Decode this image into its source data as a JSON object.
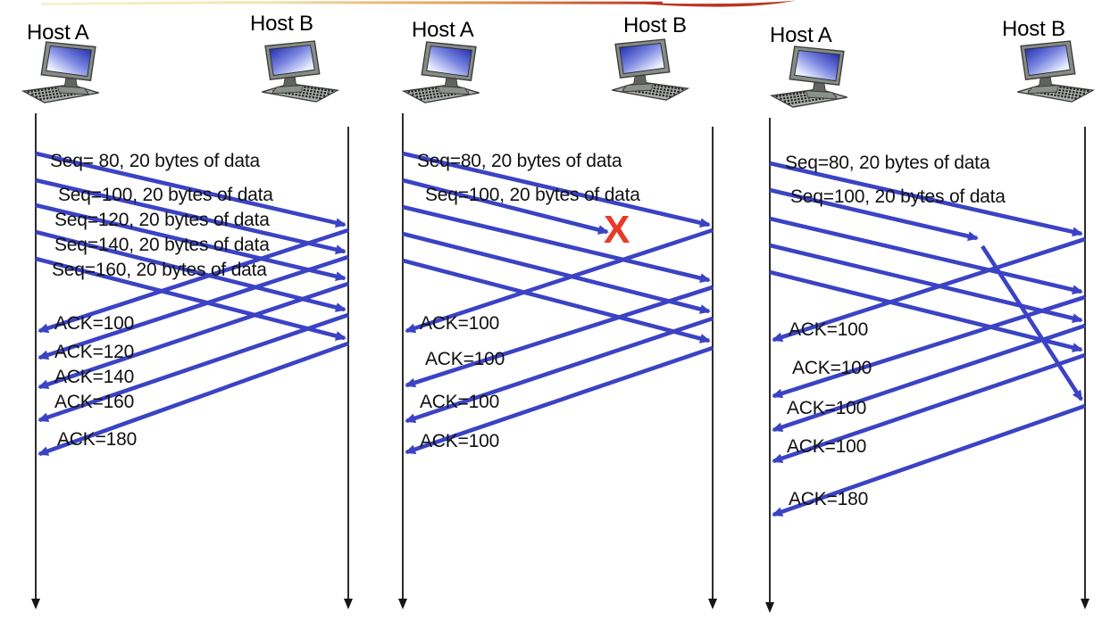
{
  "colors": {
    "arrow_blue": "#3b43c4",
    "timeline_black": "#151515",
    "lost_red": "#e8392a",
    "swoosh_red": "#bb3524",
    "swoosh_yellow": "#f2e6b0"
  },
  "panels": [
    {
      "host_a": "Host A",
      "host_b": "Host B",
      "seq_labels": [
        "Seq= 80, 20 bytes of data",
        "Seq=100, 20 bytes of data",
        "Seq=120, 20 bytes of data",
        "Seq=140, 20 bytes of data",
        "Seq=160, 20 bytes of data"
      ],
      "ack_labels": [
        "ACK=100",
        "ACK=120",
        "ACK=140",
        "ACK=160",
        "ACK=180"
      ]
    },
    {
      "host_a": "Host A",
      "host_b": "Host B",
      "seq_labels": [
        "Seq=80, 20 bytes of data",
        "Seq=100, 20 bytes of data"
      ],
      "ack_labels": [
        "ACK=100",
        "ACK=100",
        "ACK=100",
        "ACK=100"
      ],
      "lost_marker": "X"
    },
    {
      "host_a": "Host A",
      "host_b": "Host B",
      "seq_labels": [
        "Seq=80, 20 bytes of data",
        "Seq=100, 20 bytes of data"
      ],
      "ack_labels": [
        "ACK=100",
        "ACK=100",
        "ACK=100",
        "ACK=100",
        "ACK=180"
      ]
    }
  ]
}
